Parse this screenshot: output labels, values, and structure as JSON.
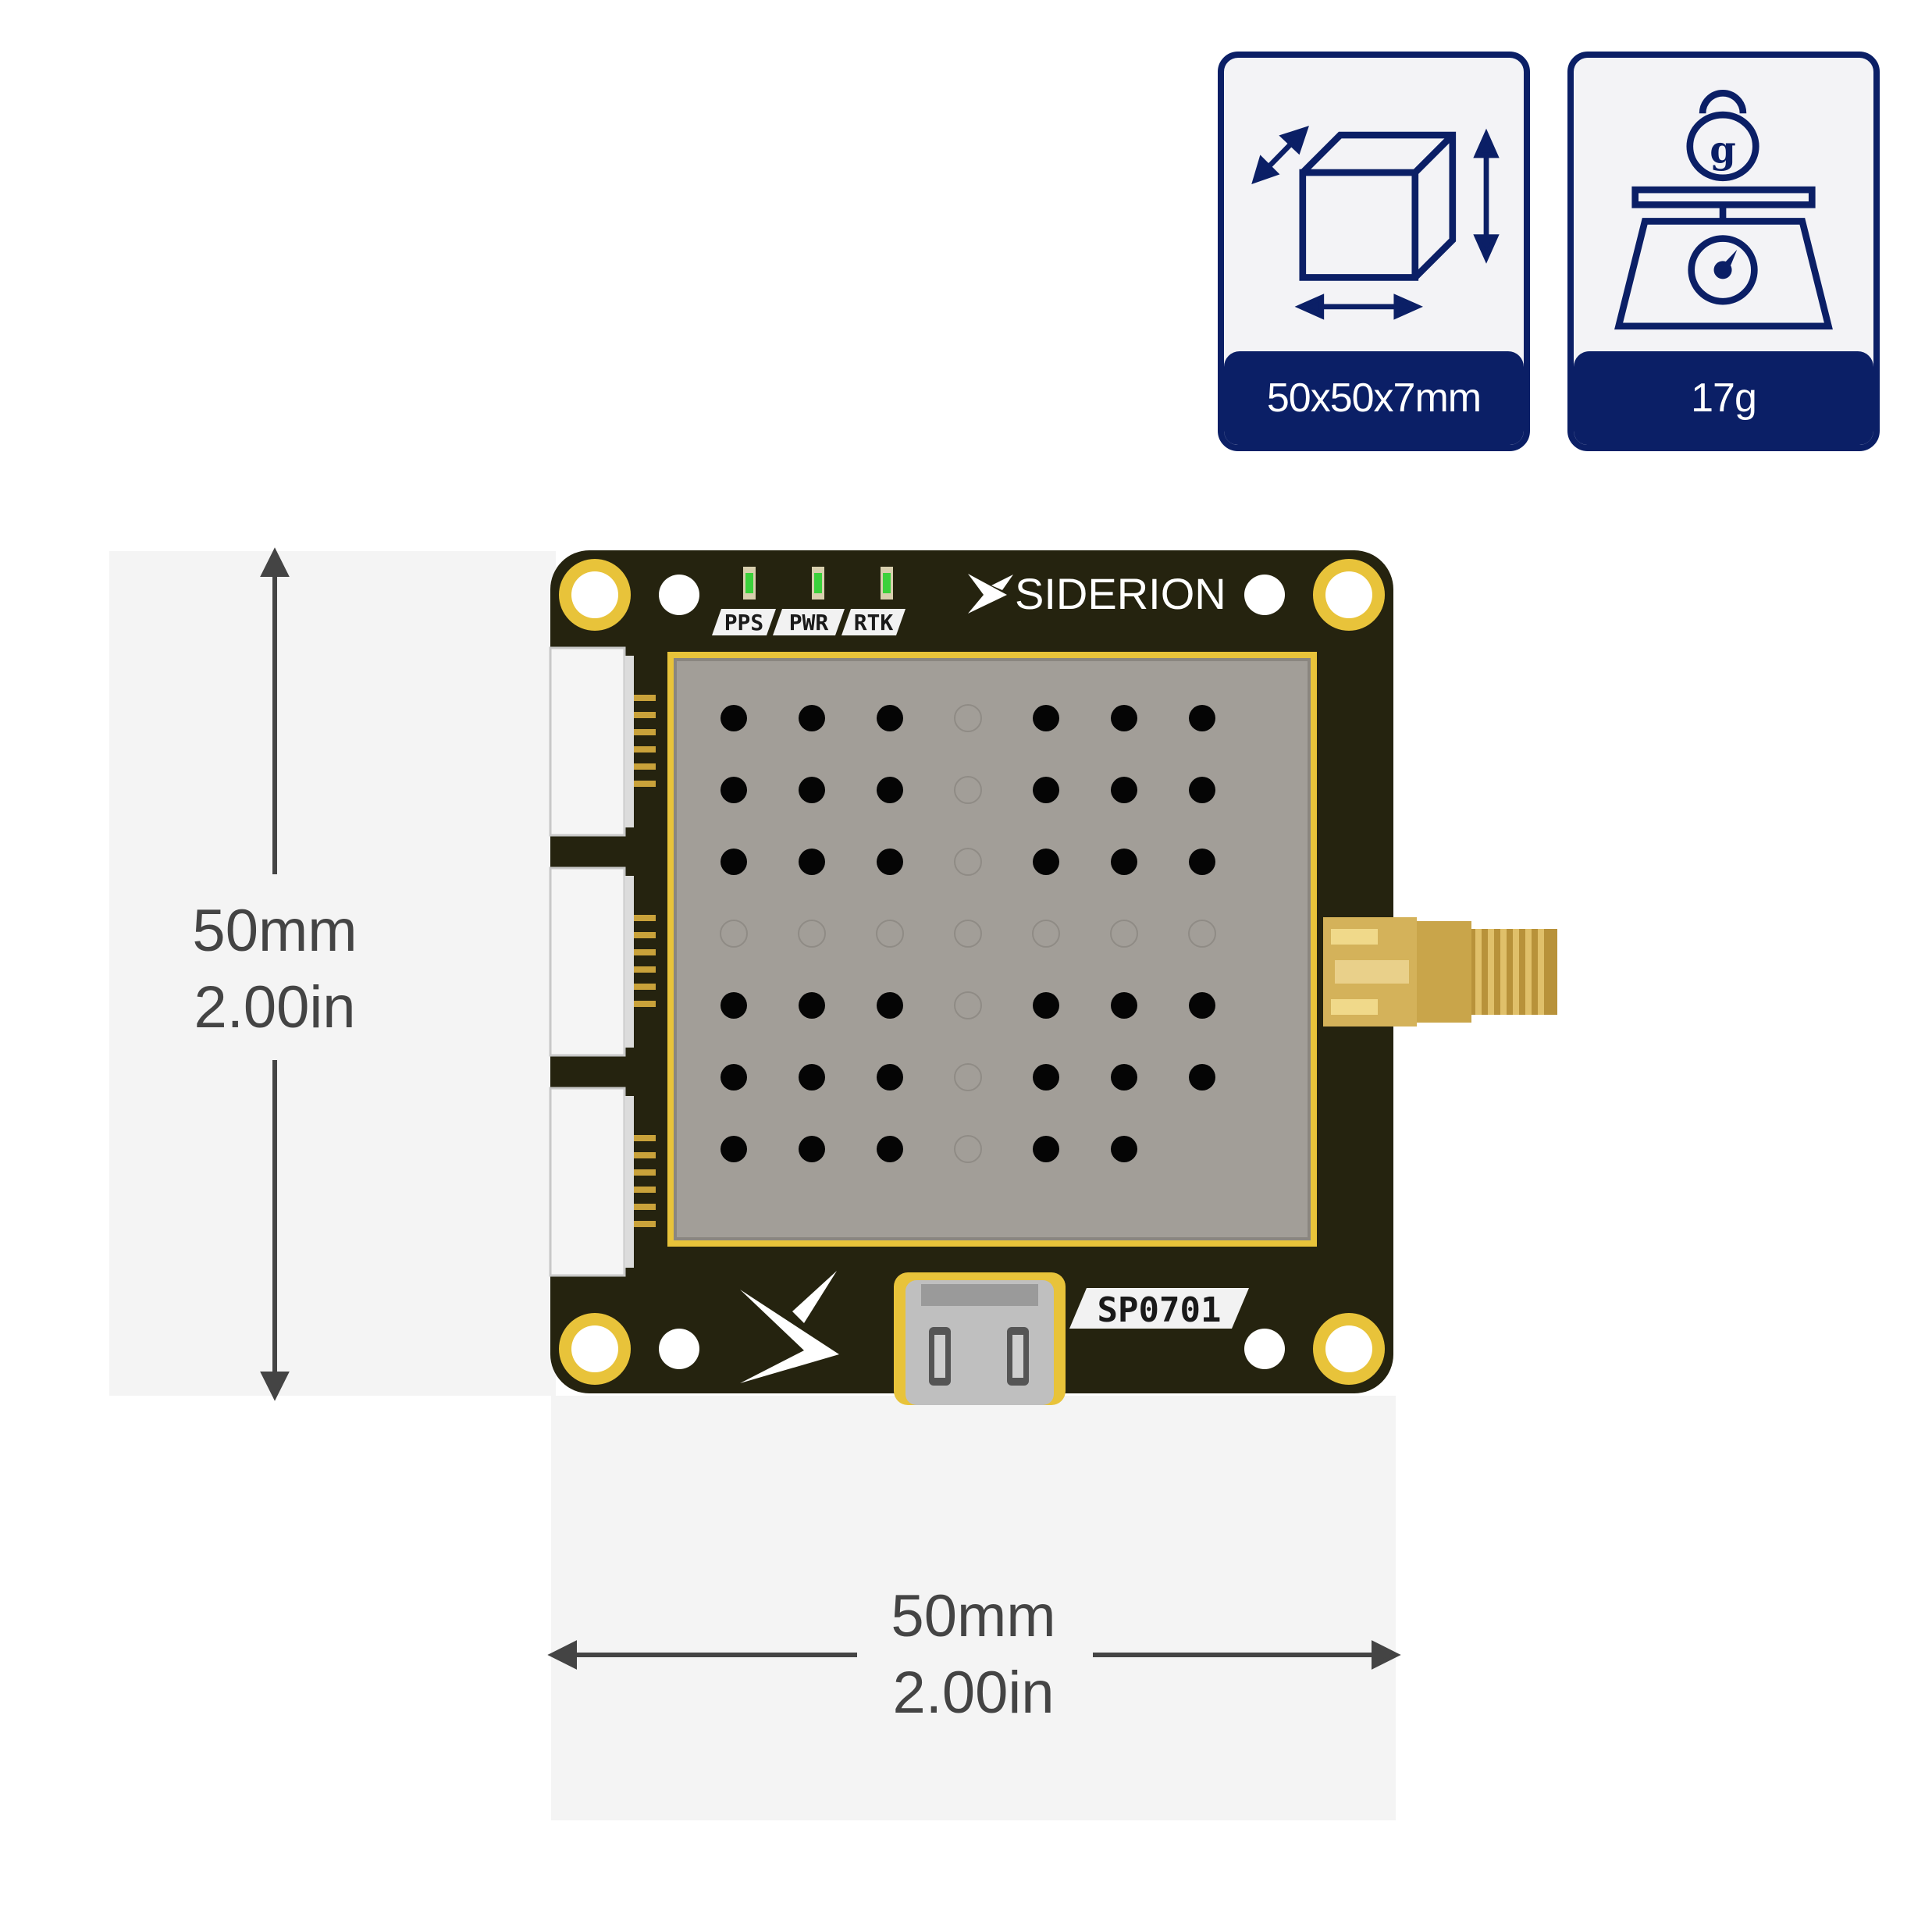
{
  "badges": {
    "dimensions": {
      "label": "50x50x7mm",
      "icon": "cube-dimensions-icon"
    },
    "weight": {
      "label": "17g",
      "icon": "scale-icon",
      "weight_unit_glyph": "g"
    }
  },
  "measurements": {
    "vertical": {
      "metric": "50mm",
      "imperial": "2.00in"
    },
    "horizontal": {
      "metric": "50mm",
      "imperial": "2.00in"
    }
  },
  "board": {
    "brand": "SIDERION",
    "model": "SP0701",
    "leds": [
      "PPS",
      "PWR",
      "RTK"
    ],
    "colors": {
      "pcb": "#25230f",
      "pad": "#e8c33a",
      "shield": "#a29e98",
      "led": "#3bd13b"
    }
  }
}
